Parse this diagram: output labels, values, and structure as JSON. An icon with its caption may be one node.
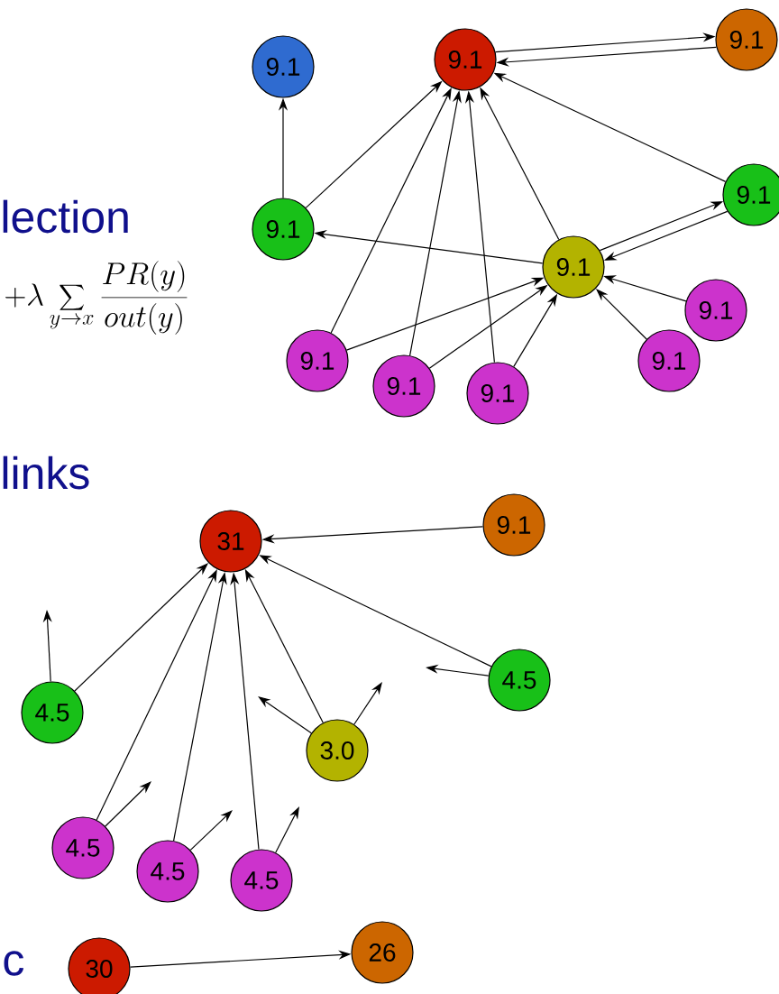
{
  "diagram": {
    "nodes": [
      {
        "text": [
          "9.1"
        ]
      },
      {
        "text": [
          "9.1"
        ]
      },
      {
        "text": [
          "9.1"
        ]
      },
      {
        "text": [
          "9.1"
        ]
      },
      {
        "text": [
          "9.1"
        ]
      },
      {
        "text": [
          "9.1"
        ]
      },
      {
        "text": [
          "9.1"
        ]
      },
      {
        "text": [
          "9.1"
        ]
      },
      {
        "text": [
          "9.1"
        ]
      },
      {
        "text": [
          "9.1"
        ]
      },
      {
        "text": [
          "9.1"
        ]
      },
      {
        "text": [
          "31"
        ]
      },
      {
        "text": [
          "9.1"
        ]
      },
      {
        "text": [
          "4.5"
        ]
      },
      {
        "text": [
          "4.5"
        ]
      },
      {
        "text": [
          "3.0"
        ]
      },
      {
        "text": [
          "4.5"
        ]
      },
      {
        "text": [
          "4.5"
        ]
      },
      {
        "text": [
          "4.5"
        ]
      },
      {
        "text": [
          "30"
        ]
      },
      {
        "text": [
          "26"
        ]
      }
    ],
    "edges": [
      {
        "from": 3,
        "to": 0,
        "arrow": "to"
      },
      {
        "from": 3,
        "to": 1,
        "arrow": "to"
      },
      {
        "from": 1,
        "to": 2,
        "arrow": "to"
      },
      {
        "from": 2,
        "to": 1,
        "arrow": "to"
      },
      {
        "from": 4,
        "to": 1,
        "arrow": "to"
      },
      {
        "from": 5,
        "to": 1,
        "arrow": "to"
      },
      {
        "from": 5,
        "to": 3,
        "arrow": "to"
      },
      {
        "from": 5,
        "to": 4,
        "arrow": "to"
      },
      {
        "from": 4,
        "to": 5,
        "arrow": "to"
      },
      {
        "from": 8,
        "to": 1,
        "arrow": "to"
      },
      {
        "from": 8,
        "to": 5,
        "arrow": "to"
      },
      {
        "from": 9,
        "to": 1,
        "arrow": "to"
      },
      {
        "from": 9,
        "to": 5,
        "arrow": "to"
      },
      {
        "from": 10,
        "to": 1,
        "arrow": "to"
      },
      {
        "from": 10,
        "to": 5,
        "arrow": "to"
      },
      {
        "from": 6,
        "to": 5,
        "arrow": "to"
      },
      {
        "from": 7,
        "to": 5,
        "arrow": "to"
      },
      {
        "from": 12,
        "to": 11,
        "arrow": "to"
      },
      {
        "from": 13,
        "to": 11,
        "arrow": "to"
      },
      {
        "from": 13,
        "to": null,
        "arrow": "to"
      },
      {
        "from": 14,
        "to": 11,
        "arrow": "to"
      },
      {
        "from": 14,
        "to": null,
        "arrow": "to"
      },
      {
        "from": 15,
        "to": 11,
        "arrow": "to"
      },
      {
        "from": 15,
        "to": null,
        "arrow": "to"
      },
      {
        "from": 15,
        "to": null,
        "arrow": "to"
      },
      {
        "from": 16,
        "to": 11,
        "arrow": "to"
      },
      {
        "from": 16,
        "to": null,
        "arrow": "to"
      },
      {
        "from": 17,
        "to": 11,
        "arrow": "to"
      },
      {
        "from": 17,
        "to": null,
        "arrow": "to"
      },
      {
        "from": 18,
        "to": 11,
        "arrow": "to"
      },
      {
        "from": 18,
        "to": null,
        "arrow": "to"
      },
      {
        "from": 19,
        "to": 20,
        "arrow": "to"
      }
    ],
    "labels": [
      "lection",
      "+\\lambda\\sum_{y\\rightarrow x}\\frac{PR(y)}{out(y)}",
      "links",
      "c"
    ]
  }
}
